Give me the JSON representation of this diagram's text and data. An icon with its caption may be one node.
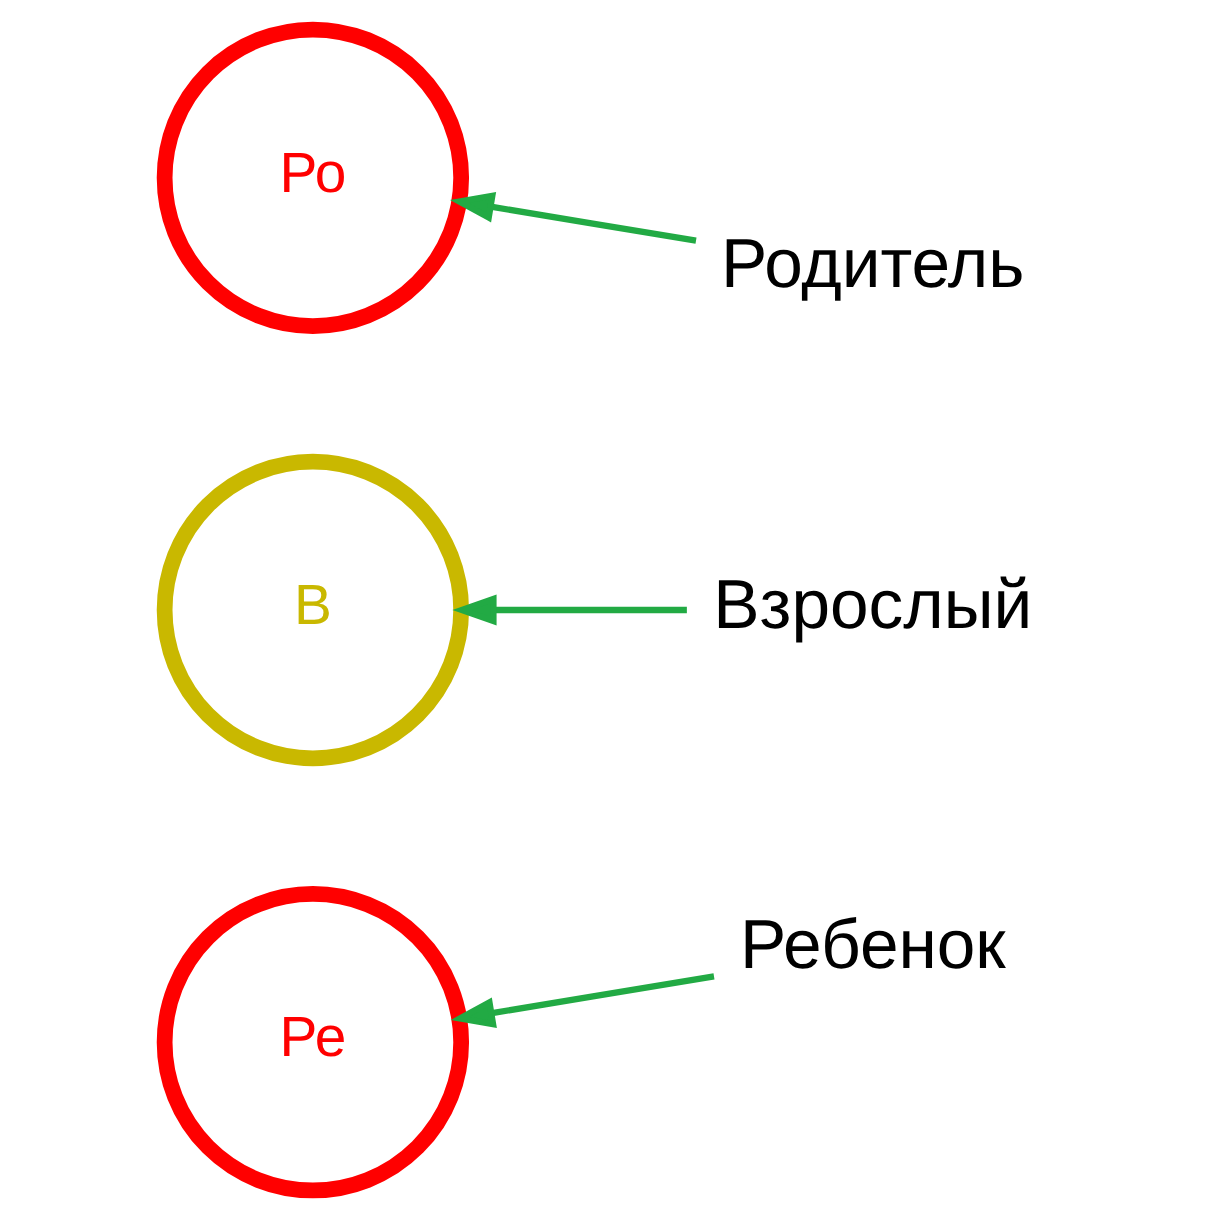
{
  "diagram": {
    "nodes": [
      {
        "text": [
          "Ро"
        ]
      },
      {
        "text": [
          "Родитель"
        ]
      },
      {
        "text": [
          "В"
        ]
      },
      {
        "text": [
          "Взрослый"
        ]
      },
      {
        "text": [
          "Ре"
        ]
      },
      {
        "text": [
          "Ребенок"
        ]
      }
    ],
    "edges": [
      {
        "from": 1,
        "to": 0,
        "arrow": "to"
      },
      {
        "from": 3,
        "to": 2,
        "arrow": "to"
      },
      {
        "from": 5,
        "to": 4,
        "arrow": "to"
      }
    ]
  }
}
